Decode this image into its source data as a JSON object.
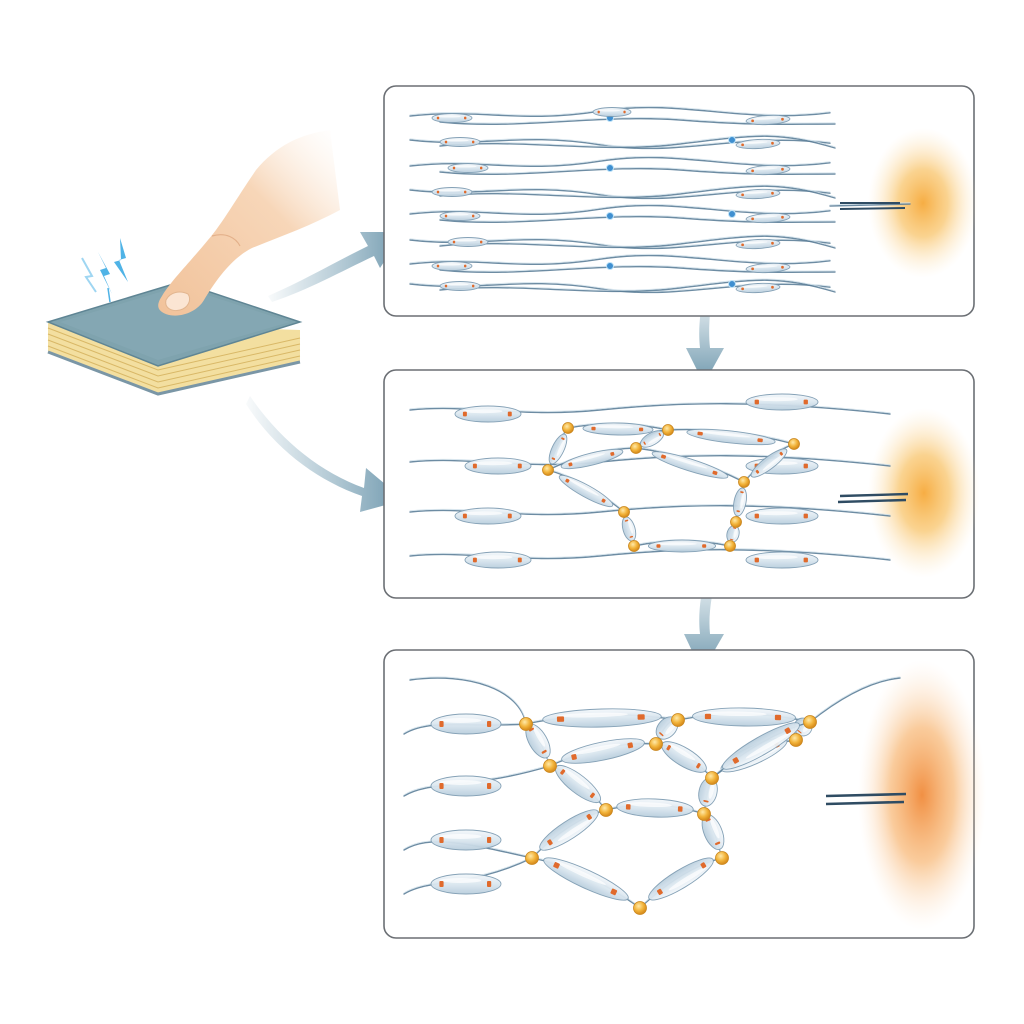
{
  "diagram": {
    "stages": [
      {
        "id": "aligned-fibers",
        "connectivity": 0.0
      },
      {
        "id": "partially-networked",
        "connectivity": 0.5
      },
      {
        "id": "fully-networked",
        "connectivity": 1.0
      }
    ],
    "colors": {
      "pad_top": "#7fa3ae",
      "pad_layers": "#f3dfa0",
      "fiber_stroke": "#5d7f99",
      "capsule_fill": "#dde8f1",
      "segment_orange": "#e06a2c",
      "junction_gold": "#f2b43b",
      "signal_glow": "#f7b54a",
      "arrow": "#7fa5b8",
      "spark": "#4fb3e6",
      "skin": "#f4c9a2"
    },
    "icons": {
      "touch": "finger-icon",
      "spark": "lightning-icon",
      "pad": "layered-pad-icon"
    }
  }
}
